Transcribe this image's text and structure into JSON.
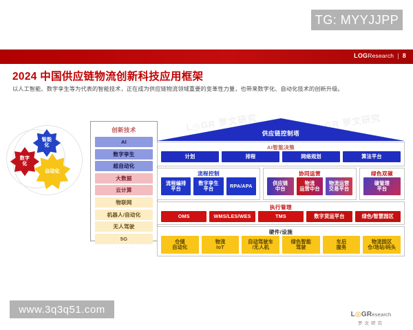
{
  "overlays": {
    "tg_banner": "TG: MYYJJPP",
    "site_banner": "www.3q3q51.com"
  },
  "header": {
    "brand": "LOG",
    "brand_suffix": "Research",
    "separator": "|",
    "page_number": "8"
  },
  "slide": {
    "title": "2024 中国供应链物流创新科技应用框架",
    "subtitle": "以人工智能、数字孪生等为代表的智能技术，正在成为供应链物流领域重要的变革性力量，也带来数字化、自动化技术的创新升级。"
  },
  "gears": [
    {
      "label": "智能\n化",
      "color": "#2344c4"
    },
    {
      "label": "数字\n化",
      "color": "#c0121b"
    },
    {
      "label": "自动化",
      "color": "#f7c517"
    }
  ],
  "tech_panel": {
    "title": "创新技术",
    "items": [
      {
        "label": "AI",
        "tone": "blue"
      },
      {
        "label": "数字孪生",
        "tone": "blue"
      },
      {
        "label": "超自动化",
        "tone": "blue"
      },
      {
        "label": "大数据",
        "tone": "pink"
      },
      {
        "label": "云计算",
        "tone": "pink"
      },
      {
        "label": "物联网",
        "tone": "cream"
      },
      {
        "label": "机器人/自动化",
        "tone": "cream"
      },
      {
        "label": "无人驾驶",
        "tone": "cream"
      },
      {
        "label": "5G",
        "tone": "cream"
      }
    ],
    "more": "· · · · ·"
  },
  "framework": {
    "roof_label": "供应链控制塔",
    "roof_color": "#1f2ec0",
    "layers": [
      {
        "label": "AI智能决策",
        "label_color": "#c05a5a",
        "groups": [
          {
            "chips": [
              {
                "label": "计划",
                "style": "c-blue"
              },
              {
                "label": "排程",
                "style": "c-blue"
              },
              {
                "label": "网络规划",
                "style": "c-blue"
              },
              {
                "label": "算法平台",
                "style": "c-blue"
              }
            ]
          }
        ]
      },
      {
        "groups": [
          {
            "label": "流程控制",
            "label_color": "#2036c9",
            "chips": [
              {
                "label": "流程编排\n平台",
                "style": "c-blue2"
              },
              {
                "label": "数字孪生\n平台",
                "style": "c-blue2"
              },
              {
                "label": "RPA/APA",
                "style": "c-blue2"
              }
            ]
          },
          {
            "label": "协同运营",
            "label_color": "#c51111",
            "chips": [
              {
                "label": "供应链\n中台",
                "style": "g-bluepur"
              },
              {
                "label": "物流\n运营中台",
                "style": "g-redpur"
              },
              {
                "label": "物流运营\n交易平台",
                "style": "g-purred"
              }
            ]
          },
          {
            "label": "绿色双碳",
            "label_color": "#c51111",
            "chips": [
              {
                "label": "碳管理\n平台",
                "style": "g-carbon"
              }
            ]
          }
        ]
      },
      {
        "label": "执行管理",
        "label_color": "#c51111",
        "groups": [
          {
            "chips": [
              {
                "label": "OMS",
                "style": "c-red"
              },
              {
                "label": "WMS/LES/WES",
                "style": "c-red"
              },
              {
                "label": "TMS",
                "style": "c-red"
              },
              {
                "label": "数字货运平台",
                "style": "c-red2"
              },
              {
                "label": "绿色/智慧园区",
                "style": "c-red2"
              }
            ]
          }
        ]
      },
      {
        "label": "硬件/设施",
        "label_color": "#333333",
        "groups": [
          {
            "chips": [
              {
                "label": "仓储\n自动化",
                "style": "c-yellow"
              },
              {
                "label": "物流\nIoT",
                "style": "c-yellow"
              },
              {
                "label": "自动驾驶车\n/无人机",
                "style": "c-yellow"
              },
              {
                "label": "绿色智能\n驾驶",
                "style": "c-yellow"
              },
              {
                "label": "车后\n服务",
                "style": "c-yellow"
              },
              {
                "label": "物流园区\n仓/场站/码头",
                "style": "c-yellow"
              }
            ]
          }
        ]
      }
    ]
  },
  "footer_logo": {
    "line1_a": "L",
    "line1_g": "◎",
    "line1_b": "GR",
    "line1_small": "esearch",
    "line2": "罗文研究"
  },
  "background_watermarks": [
    "L◎GR 罗文研究",
    "L◎GR 罗文研究"
  ]
}
